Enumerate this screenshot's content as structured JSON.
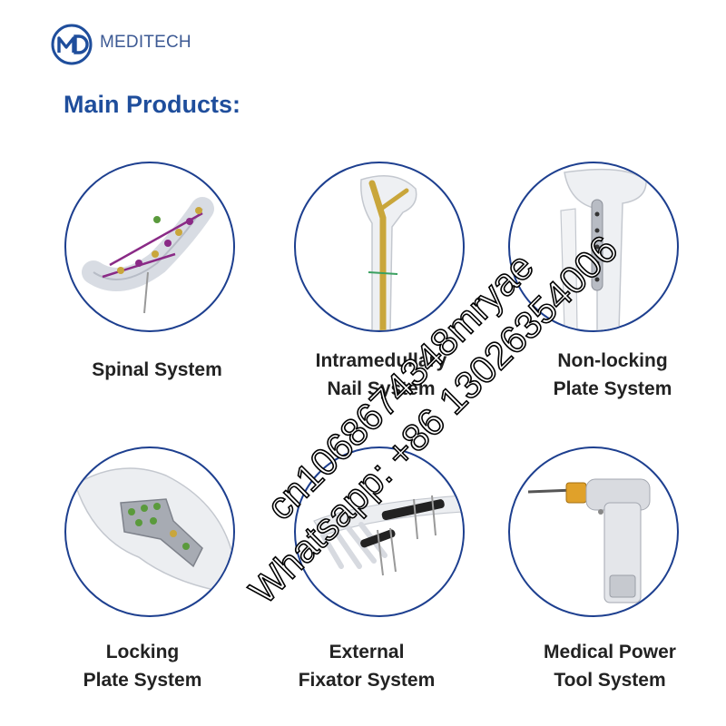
{
  "brand": {
    "name": "MEDITECH",
    "color": "#1f4e9c"
  },
  "heading": "Main Products:",
  "products": [
    {
      "label_line1": "Spinal System",
      "label_line2": "",
      "icon": "spine-implant-icon"
    },
    {
      "label_line1": "Intramedullary",
      "label_line2": "Nail System",
      "icon": "femur-nail-icon"
    },
    {
      "label_line1": "Non-locking",
      "label_line2": "Plate System",
      "icon": "bone-plate-icon"
    },
    {
      "label_line1": "Locking",
      "label_line2": "Plate System",
      "icon": "locking-plate-icon"
    },
    {
      "label_line1": "External",
      "label_line2": "Fixator System",
      "icon": "external-fixator-icon"
    },
    {
      "label_line1": "Medical Power",
      "label_line2": "Tool System",
      "icon": "power-drill-icon"
    }
  ],
  "watermark": {
    "line1": "cn1068674348mryae",
    "line2": "Whatsapp: +86 13026354006"
  }
}
